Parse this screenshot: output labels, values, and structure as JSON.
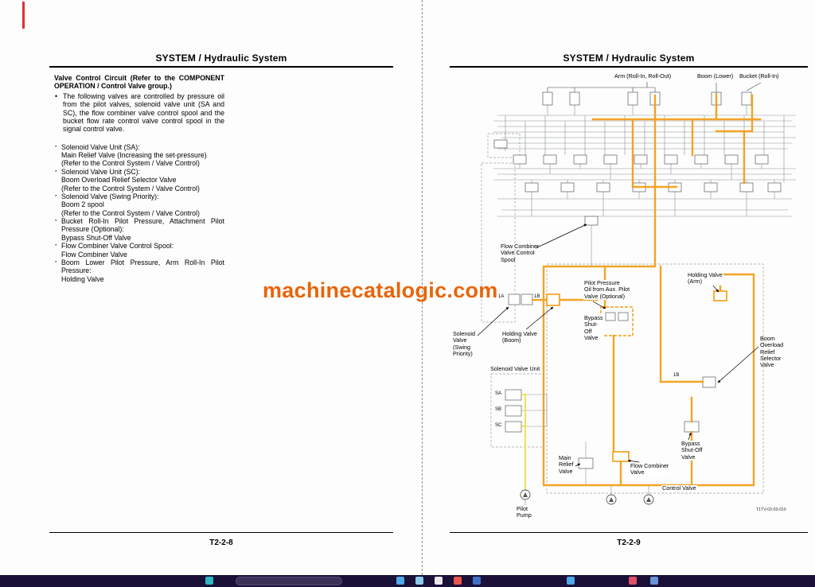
{
  "watermark": "machinecatalogic.com",
  "colors": {
    "highlight-orange": "#F39C12",
    "pilot-yellow": "#EEE13A",
    "watermark-orange": "#E8650A",
    "taskbar-bg": "#1B1038",
    "edge-red": "#E03131"
  },
  "left_page": {
    "header": "SYSTEM / Hydraulic System",
    "title": "Valve Control Circuit (Refer to the COMPONENT OPERATION / Control Valve group.)",
    "intro": "The following valves are controlled by pressure oil from the pilot valves, solenoid valve unit (SA and SC), the flow combiner valve control spool and the bucket flow rate control valve control spool in the signal control valve.",
    "items": [
      {
        "l1": "Solenoid Valve Unit (SA):",
        "l2": "Main Relief Valve (Increasing the set-pressure)",
        "l3": "(Refer to the Control System / Valve Control)"
      },
      {
        "l1": "Solenoid Valve Unit (SC):",
        "l2": "Boom Overload Relief Selector Valve",
        "l3": "(Refer to the Control System / Valve Control)"
      },
      {
        "l1": "Solenoid Valve (Swing Priority):",
        "l2": "Boom 2 spool",
        "l3": "(Refer to the Control System / Valve Control)"
      },
      {
        "l1": "Bucket Roll-In Pilot Pressure, Attachment Pilot Pressure (Optional):",
        "l2": "Bypass Shut-Off Valve",
        "l3": ""
      },
      {
        "l1": "Flow Combiner Valve Control Spool:",
        "l2": "Flow Combiner Valve",
        "l3": ""
      },
      {
        "l1": "Boom Lower Pilot Pressure, Arm Roll-In Pilot Pressure:",
        "l2": "Holding Valve",
        "l3": ""
      }
    ],
    "footer": "T2-2-8"
  },
  "right_page": {
    "header": "SYSTEM / Hydraulic System",
    "footer": "T2-2-9",
    "diagram": {
      "labels": {
        "arm": "Arm (Roll-In, Roll-Out)",
        "boom": "Boom (Lower)",
        "bucket": "Bucket (Roll-In)",
        "flow_combiner_spool": "Flow Combiner\nValve Control\nSpool",
        "solenoid_swing": "Solenoid\nValve\n(Swing\nPriority)",
        "holding_boom": "Holding Valve\n(Boom)",
        "pilot_pressure": "Pilot Pressure\nOil from Aux. Pilot\nValve (Optional)",
        "bypass_upper": "Bypass\nShut-\nOff\nValve",
        "holding_arm": "Holding Valve\n(Arm)",
        "boom_overload": "Boom\nOverload\nRelief\nSelector\nValve",
        "solenoid_unit": "Solenoid Valve Unit",
        "main_relief": "Main\nRelief\nValve",
        "flow_combiner_valve": "Flow Combiner\nValve",
        "bypass_lower": "Bypass\nShut-Off\nValve",
        "control_valve": "Control Valve",
        "pilot_pump": "Pilot\nPump",
        "figure_code": "T1TV-03-03-010"
      },
      "ports": {
        "p1a": "1A",
        "p1b": "1B",
        "p1b_2": "1B"
      },
      "solenoids": {
        "sa": "SA",
        "sb": "SB",
        "sc": "SC"
      }
    }
  }
}
